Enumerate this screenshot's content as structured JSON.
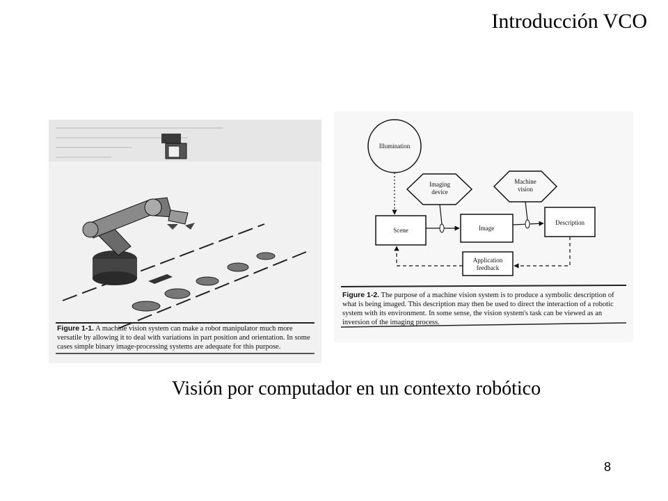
{
  "header": {
    "title": "Introducción VCO"
  },
  "figure1": {
    "label": "Figure 1-1.",
    "caption": "A machine vision system can make a robot manipulator much more versatile by allowing it to deal with variations in part position and orientation. In some cases simple binary image-processing systems are adequate for this purpose."
  },
  "figure2": {
    "label": "Figure 1-2.",
    "caption": "The purpose of a machine vision system is to produce a symbolic description of what is being imaged. This description may then be used to direct the interaction of a robotic system with its environment. In some sense, the vision system's task can be viewed as an inversion of the imaging process.",
    "nodes": {
      "illumination": "Illumination",
      "imaging_device_1": "Imaging",
      "imaging_device_2": "device",
      "machine_vision_1": "Machine",
      "machine_vision_2": "vision",
      "scene": "Scene",
      "image": "Image",
      "description": "Description",
      "feedback_1": "Application",
      "feedback_2": "feedback"
    }
  },
  "slide_caption": "Visión por computador en un contexto robótico",
  "page_number": "8"
}
